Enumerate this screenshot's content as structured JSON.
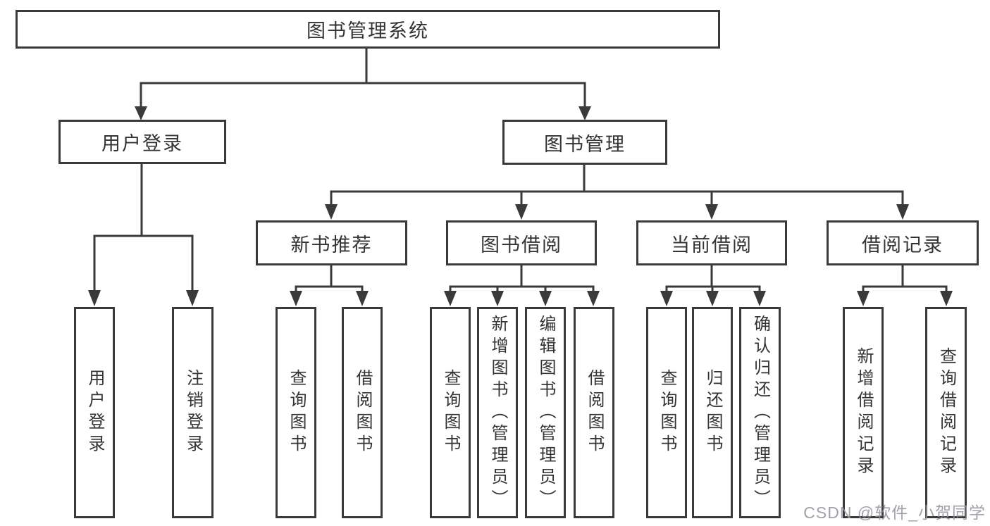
{
  "tree": {
    "root": {
      "label": "图书管理系统"
    },
    "branches": [
      {
        "label": "用户登录",
        "children": [
          {
            "label": "用户登录"
          },
          {
            "label": "注销登录"
          }
        ]
      },
      {
        "label": "图书管理",
        "children": [
          {
            "label": "新书推荐",
            "children": [
              {
                "label": "查询图书"
              },
              {
                "label": "借阅图书"
              }
            ]
          },
          {
            "label": "图书借阅",
            "children": [
              {
                "label": "查询图书"
              },
              {
                "label": "新增图书（管理员）"
              },
              {
                "label": "编辑图书（管理员）"
              },
              {
                "label": "借阅图书"
              }
            ]
          },
          {
            "label": "当前借阅",
            "children": [
              {
                "label": "查询图书"
              },
              {
                "label": "归还图书"
              },
              {
                "label": "确认归还（管理员）"
              }
            ]
          },
          {
            "label": "借阅记录",
            "children": [
              {
                "label": "新增借阅记录"
              },
              {
                "label": "查询借阅记录"
              }
            ]
          }
        ]
      }
    ]
  },
  "watermark": "CSDN @软件_小贺同学",
  "colors": {
    "line": "#3a3a3a",
    "text": "#333333",
    "watermark": "#94949c",
    "background": "#ffffff"
  }
}
